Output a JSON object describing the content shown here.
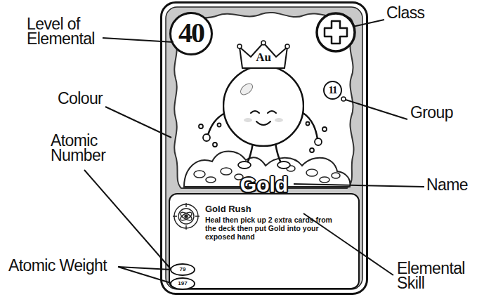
{
  "diagram": {
    "nodes": [
      {
        "text": [
          "Gold"
        ]
      },
      {
        "text": [
          "40"
        ],
        "in": 0
      },
      {
        "text": [
          "11"
        ],
        "in": 0
      },
      {
        "text": [
          "Au"
        ],
        "in": 0
      },
      {
        "text": [
          "Gold Rush",
          "Heal then pick up 2 extra cards from the deck then put Gold into your exposed hand"
        ],
        "in": 0
      },
      {
        "text": [
          "79"
        ],
        "in": 0
      },
      {
        "text": [
          "197"
        ],
        "in": 0
      }
    ],
    "labels": [
      "Level of Elemental",
      "Class",
      "Colour",
      "Group",
      "Atomic Number",
      "Name",
      "Atomic Weight",
      "Elemental Skill"
    ]
  }
}
